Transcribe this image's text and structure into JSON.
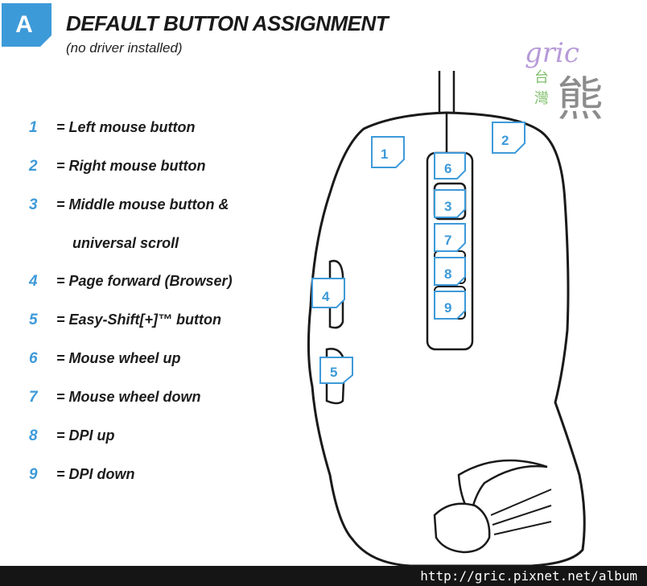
{
  "section_label": "A",
  "title": "DEFAULT BUTTON ASSIGNMENT",
  "subtitle": "(no driver installed)",
  "legend": [
    {
      "num": "1",
      "text": "= Left mouse button"
    },
    {
      "num": "2",
      "text": "= Right mouse button"
    },
    {
      "num": "3",
      "text": "= Middle mouse button &"
    },
    {
      "num": "",
      "text": "universal scroll"
    },
    {
      "num": "4",
      "text": "= Page forward (Browser)"
    },
    {
      "num": "5",
      "text": "= Easy-Shift[+]™ button"
    },
    {
      "num": "6",
      "text": "= Mouse wheel up"
    },
    {
      "num": "7",
      "text": "= Mouse wheel down"
    },
    {
      "num": "8",
      "text": "= DPI up"
    },
    {
      "num": "9",
      "text": "= DPI down"
    }
  ],
  "diagram_tags": [
    "1",
    "2",
    "6",
    "3",
    "7",
    "8",
    "9",
    "4",
    "5"
  ],
  "watermark": {
    "text": "gric",
    "cjk_1": "台",
    "cjk_2": "灣",
    "cjk_3": "熊"
  },
  "footer_url": "http://gric.pixnet.net/album",
  "colors": {
    "accent": "#3d9ad9",
    "outline": "#1a1a1a",
    "footer": "#151515"
  }
}
